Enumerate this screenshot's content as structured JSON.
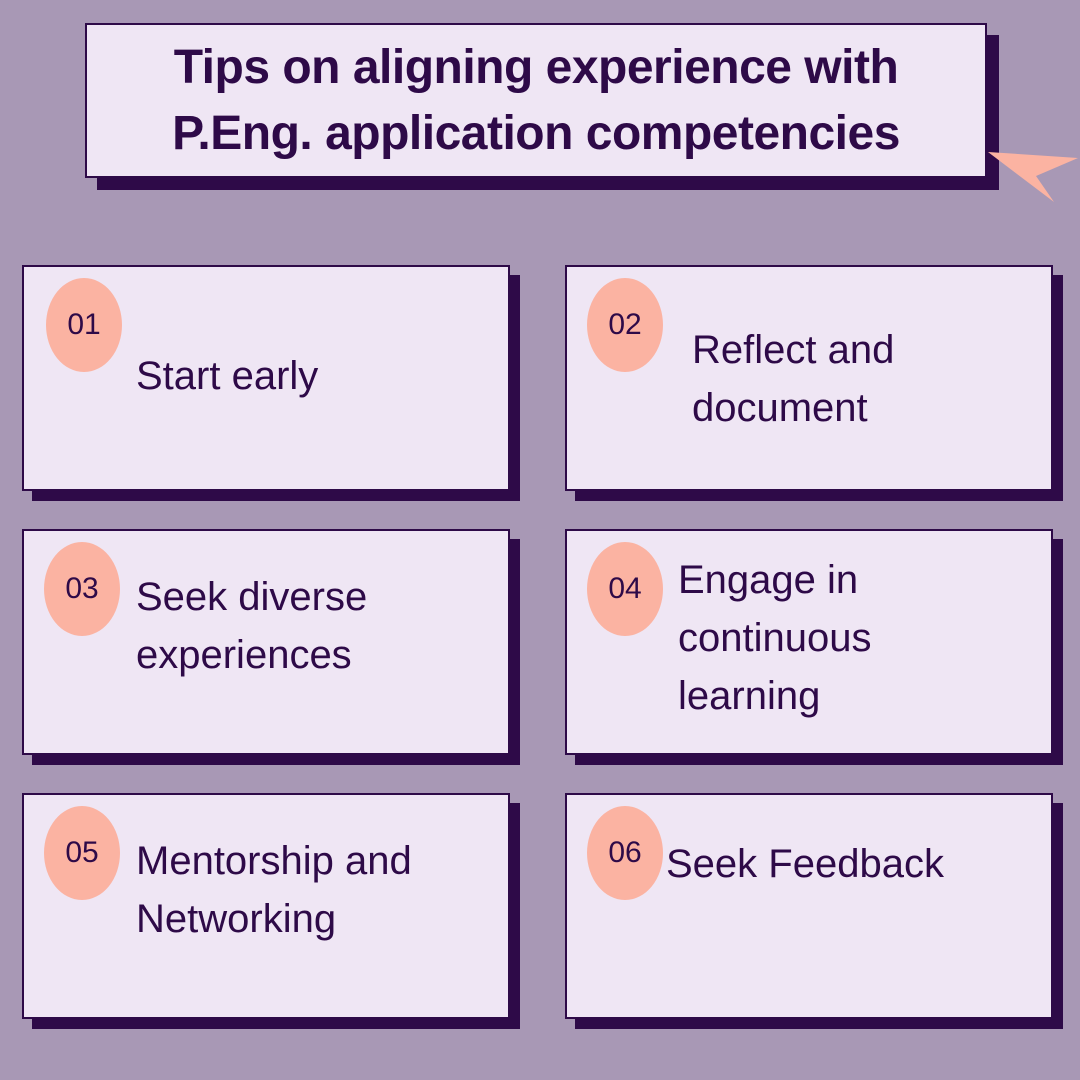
{
  "header": {
    "title_line1": "Tips on aligning experience with",
    "title_line2": "P.Eng. application competencies"
  },
  "colors": {
    "background": "#a898b5",
    "card_fill": "#efe6f4",
    "dark_purple": "#2e0a48",
    "accent_salmon": "#fbb3a2"
  },
  "tips": [
    {
      "number": "01",
      "line1": "Start early",
      "line2": "",
      "line3": ""
    },
    {
      "number": "02",
      "line1": "Reflect and",
      "line2": "document",
      "line3": ""
    },
    {
      "number": "03",
      "line1": "Seek diverse",
      "line2": "experiences",
      "line3": ""
    },
    {
      "number": "04",
      "line1": "Engage in",
      "line2": "continuous",
      "line3": "learning"
    },
    {
      "number": "05",
      "line1": "Mentorship and",
      "line2": "Networking",
      "line3": ""
    },
    {
      "number": "06",
      "line1": "Seek Feedback",
      "line2": "",
      "line3": ""
    }
  ],
  "decorations": {
    "arrow_icon": "paper-plane-arrow"
  }
}
